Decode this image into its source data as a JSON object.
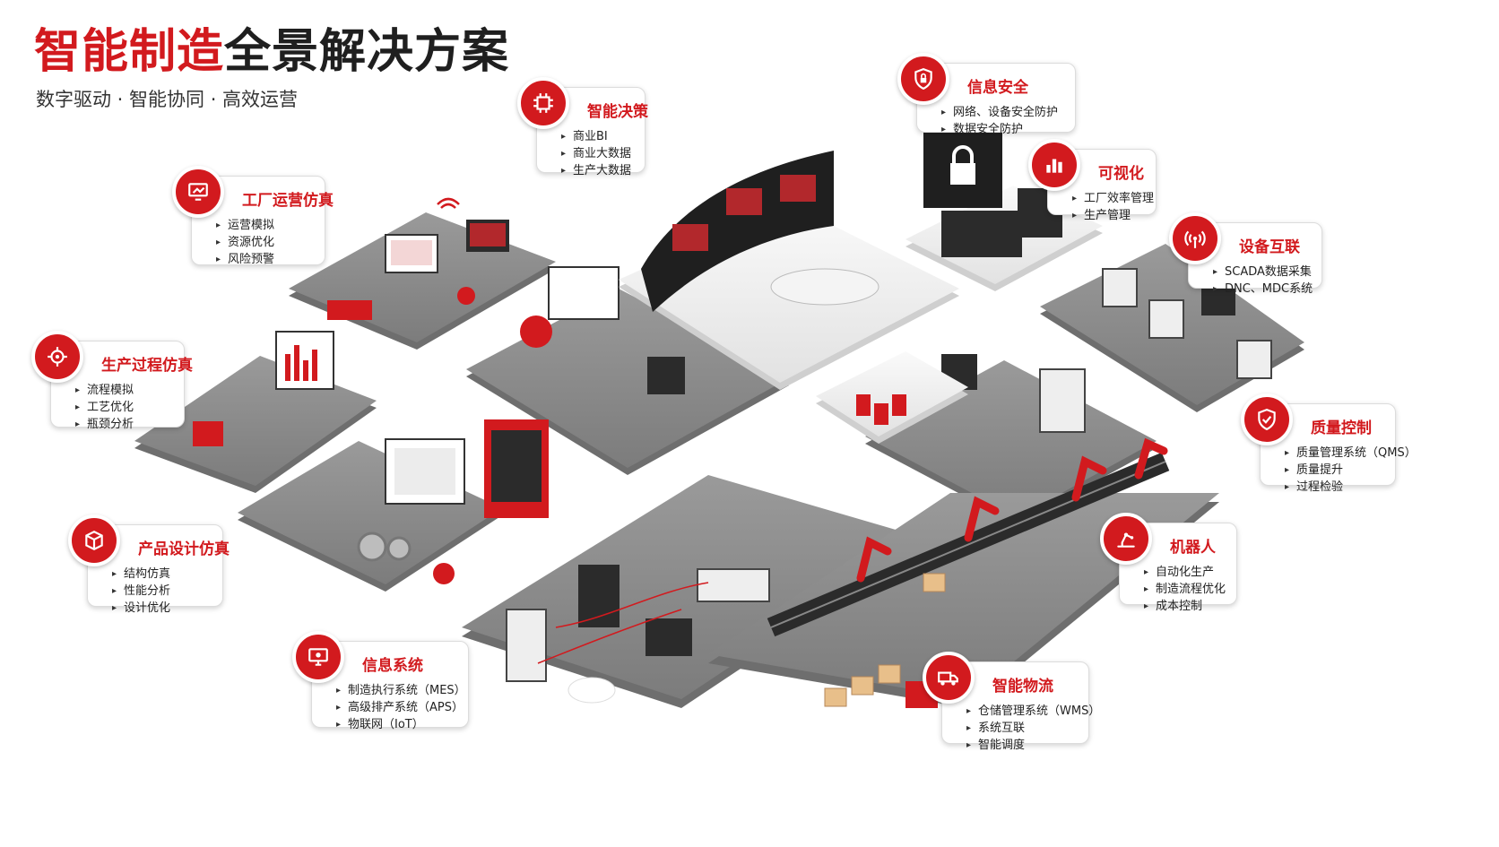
{
  "title": {
    "part_red": "智能制造",
    "part_dark": "全景解决方案"
  },
  "subtitle": "数字驱动 · 智能协同 · 高效运营",
  "cards": {
    "factory_sim": {
      "title": "工厂运营仿真",
      "items": [
        "运营模拟",
        "资源优化",
        "风险预警"
      ]
    },
    "process_sim": {
      "title": "生产过程仿真",
      "items": [
        "流程模拟",
        "工艺优化",
        "瓶颈分析"
      ]
    },
    "product_sim": {
      "title": "产品设计仿真",
      "items": [
        "结构仿真",
        "性能分析",
        "设计优化"
      ]
    },
    "info_system": {
      "title": "信息系统",
      "items": [
        "制造执行系统（MES）",
        "高级排产系统（APS）",
        "物联网（IoT）"
      ]
    },
    "decision": {
      "title": "智能决策",
      "items": [
        "商业BI",
        "商业大数据",
        "生产大数据"
      ]
    },
    "security": {
      "title": "信息安全",
      "items": [
        "网络、设备安全防护",
        "数据安全防护"
      ]
    },
    "visual": {
      "title": "可视化",
      "items": [
        "工厂效率管理",
        "生产管理"
      ]
    },
    "iot": {
      "title": "设备互联",
      "items": [
        "SCADA数据采集",
        "DNC、MDC系统"
      ]
    },
    "quality": {
      "title": "质量控制",
      "items": [
        "质量管理系统（QMS）",
        "质量提升",
        "过程检验"
      ]
    },
    "robot": {
      "title": "机器人",
      "items": [
        "自动化生产",
        "制造流程优化",
        "成本控制"
      ]
    },
    "logistics": {
      "title": "智能物流",
      "items": [
        "仓储管理系统（WMS）",
        "系统互联",
        "智能调度"
      ]
    }
  },
  "colors": {
    "accent": "#d21a1e",
    "platform": "#8f8f8f",
    "platform_light": "#ececec",
    "dark": "#2a2a2a"
  }
}
